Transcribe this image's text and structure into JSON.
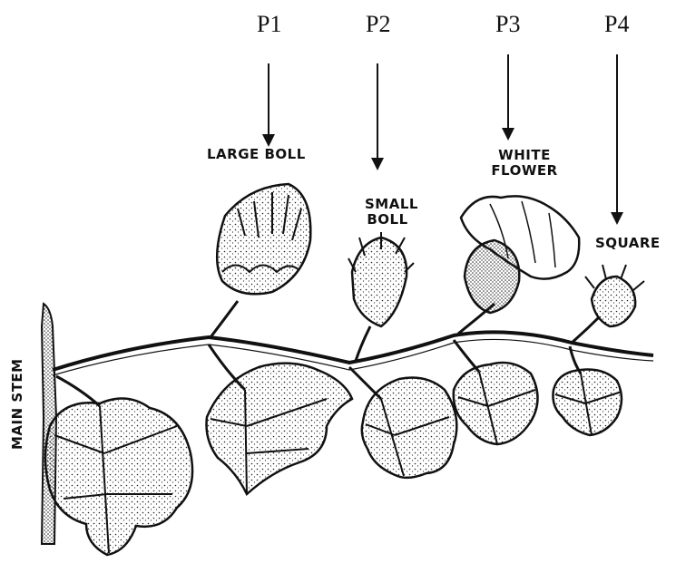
{
  "positions": [
    "P1",
    "P2",
    "P3",
    "P4"
  ],
  "parts": {
    "large_boll": "LARGE BOLL",
    "small_boll_line1": "SMALL",
    "small_boll_line2": "BOLL",
    "white_flower_line1": "WHITE",
    "white_flower_line2": "FLOWER",
    "square": "SQUARE"
  },
  "main_stem": "MAIN STEM",
  "colors": {
    "ink": "#111111",
    "background": "#ffffff"
  }
}
